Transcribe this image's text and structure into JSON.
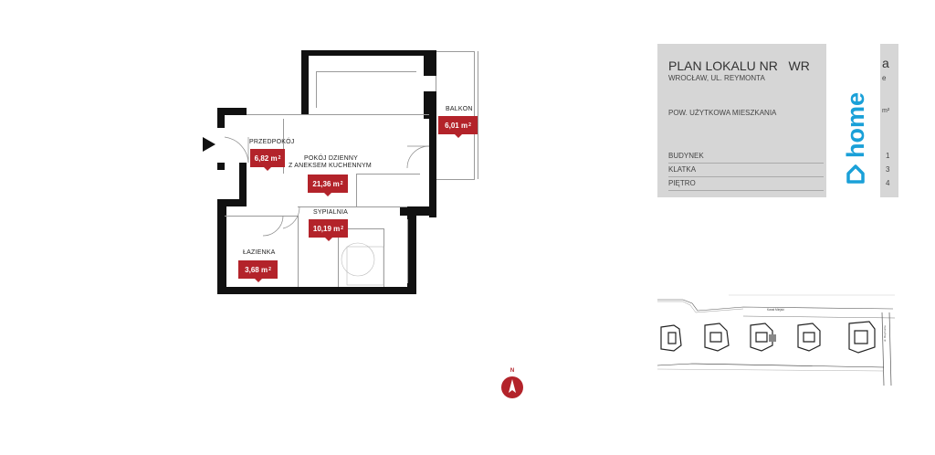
{
  "plan": {
    "rooms": [
      {
        "label": "PRZEDPOKÓJ",
        "area": "6,82",
        "unit": "m",
        "exp": "2"
      },
      {
        "label_line1": "POKÓJ DZIENNY",
        "label_line2": "Z ANEKSEM KUCHENNYM",
        "area": "21,36",
        "unit": "m",
        "exp": "2"
      },
      {
        "label": "BALKON",
        "area": "6,01",
        "unit": "m",
        "exp": "2"
      },
      {
        "label": "SYPIALNIA",
        "area": "10,19",
        "unit": "m",
        "exp": "2"
      },
      {
        "label": "ŁAZIENKA",
        "area": "3,68",
        "unit": "m",
        "exp": "2"
      }
    ],
    "compass_letter": "N"
  },
  "info": {
    "title": "PLAN LOKALU NR",
    "title_partial": "WR",
    "title_strip": "a",
    "address": "WROCŁAW, UL. REYMONTA",
    "address_strip": "e",
    "area_label": "POW. UŻYTKOWA MIESZKANIA",
    "area_strip": "m²",
    "rows": [
      {
        "label": "BUDYNEK",
        "value": "1"
      },
      {
        "label": "KLATKA",
        "value": "3"
      },
      {
        "label": "PIĘTRO",
        "value": "4"
      }
    ]
  },
  "brand": {
    "logo_text": "home",
    "color": "#1aa0d8"
  },
  "siteplan": {
    "canal_label": "Kanał Miejski",
    "street_label": "ul. Reymonta"
  }
}
